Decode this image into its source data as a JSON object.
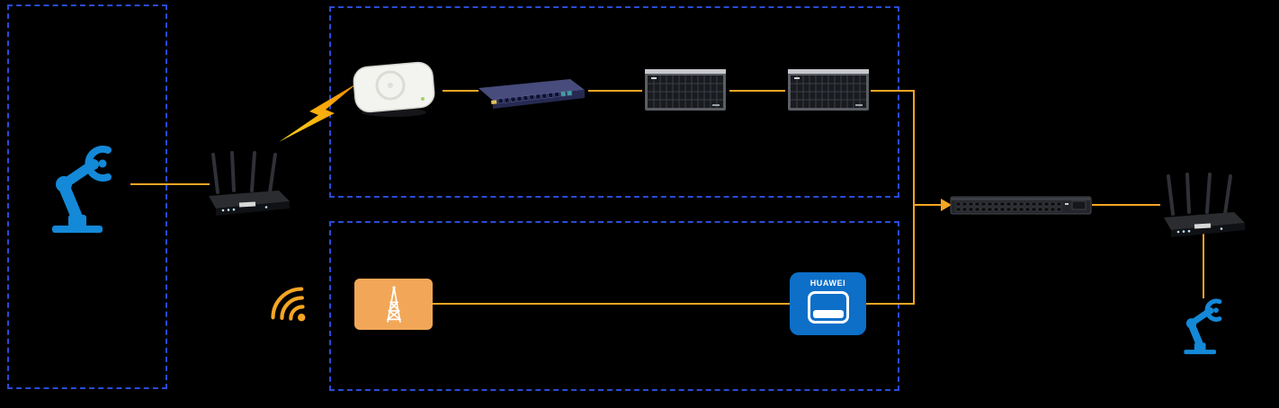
{
  "huawei": {
    "label": "HUAWEI"
  },
  "colors": {
    "background": "#000000",
    "zone_border": "#2a4bd7",
    "link": "#f5a623",
    "robot": "#1489d8",
    "huawei_blue": "#0d6fc8",
    "station_orange": "#f2a758",
    "lightning_from": "#ffd21e",
    "lightning_to": "#f08c00"
  },
  "icons": {
    "robot_left": "robot-arm-icon",
    "robot_right": "robot-arm-icon",
    "router_left": "wireless-router-device",
    "router_right": "wireless-router-device",
    "lightning": "lightning-bolt-icon",
    "access_point": "wireless-ap-device",
    "lan_switch": "switch-device",
    "storage_left": "storage-server-device",
    "storage_right": "storage-server-device",
    "wifi": "wifi-signal-icon",
    "antenna_station": "antenna-tower-icon",
    "huawei_gateway": "huawei-gateway-device",
    "core_switch": "rack-switch-device",
    "flow_arrow": "arrow-right-icon"
  }
}
